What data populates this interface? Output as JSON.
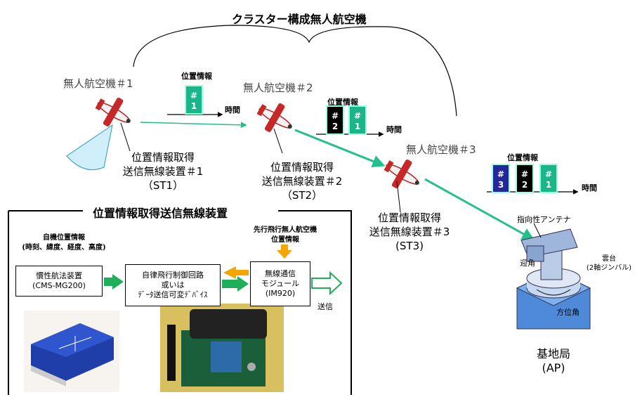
{
  "title": "クラスター構成無人航空機",
  "uavs": [
    {
      "name": "無人航空機＃1",
      "device": [
        "位置情報取得",
        "送信無線装置＃1",
        "（ST1）"
      ]
    },
    {
      "name": "無人航空機＃2",
      "device": [
        "位置情報取得",
        "送信無線装置＃2",
        "（ST2）"
      ]
    },
    {
      "name": "無人航空機＃3",
      "device": [
        "位置情報取得",
        "送信無線装置＃3",
        "(ST3)"
      ]
    }
  ],
  "packets": {
    "label": "位置情報",
    "time_label": "時間",
    "group1": [
      {
        "mark": "#",
        "num": "1",
        "color": "#1bb58a"
      }
    ],
    "group2": [
      {
        "mark": "#",
        "num": "2",
        "color": "#000000"
      },
      {
        "mark": "#",
        "num": "1",
        "color": "#1bb58a"
      }
    ],
    "group3": [
      {
        "mark": "#",
        "num": "3",
        "color": "#23279a"
      },
      {
        "mark": "#",
        "num": "2",
        "color": "#000000"
      },
      {
        "mark": "#",
        "num": "1",
        "color": "#1bb58a"
      }
    ]
  },
  "panel": {
    "title": "位置情報取得送信無線装置",
    "self_info": [
      "自機位置情報",
      "(時刻、緯度、経度、高度)"
    ],
    "prev_info": [
      "先行飛行無人航空機",
      "位置情報"
    ],
    "imu": [
      "慣性航法装置",
      "(CMS-MG200)"
    ],
    "controller": [
      "自律飛行制御回路",
      "或いは",
      "ﾃﾞｰﾀ送信可変ﾃﾞﾊﾞｲｽ"
    ],
    "radio": [
      "無線通信",
      "モジュール",
      "(IM920)"
    ],
    "send_label": "送信"
  },
  "base": {
    "antenna_label": "指向性アンテナ",
    "elevation": "迎角",
    "pantilt": [
      "雲台",
      "(2軸ジンバル)"
    ],
    "azimuth": "方位角",
    "name": [
      "基地局",
      "(AP)"
    ]
  },
  "colors": {
    "green": "#1bb58a",
    "arrow_green": "#22c08a",
    "orange": "#f5a500",
    "blue_box": "#3b78c8"
  }
}
